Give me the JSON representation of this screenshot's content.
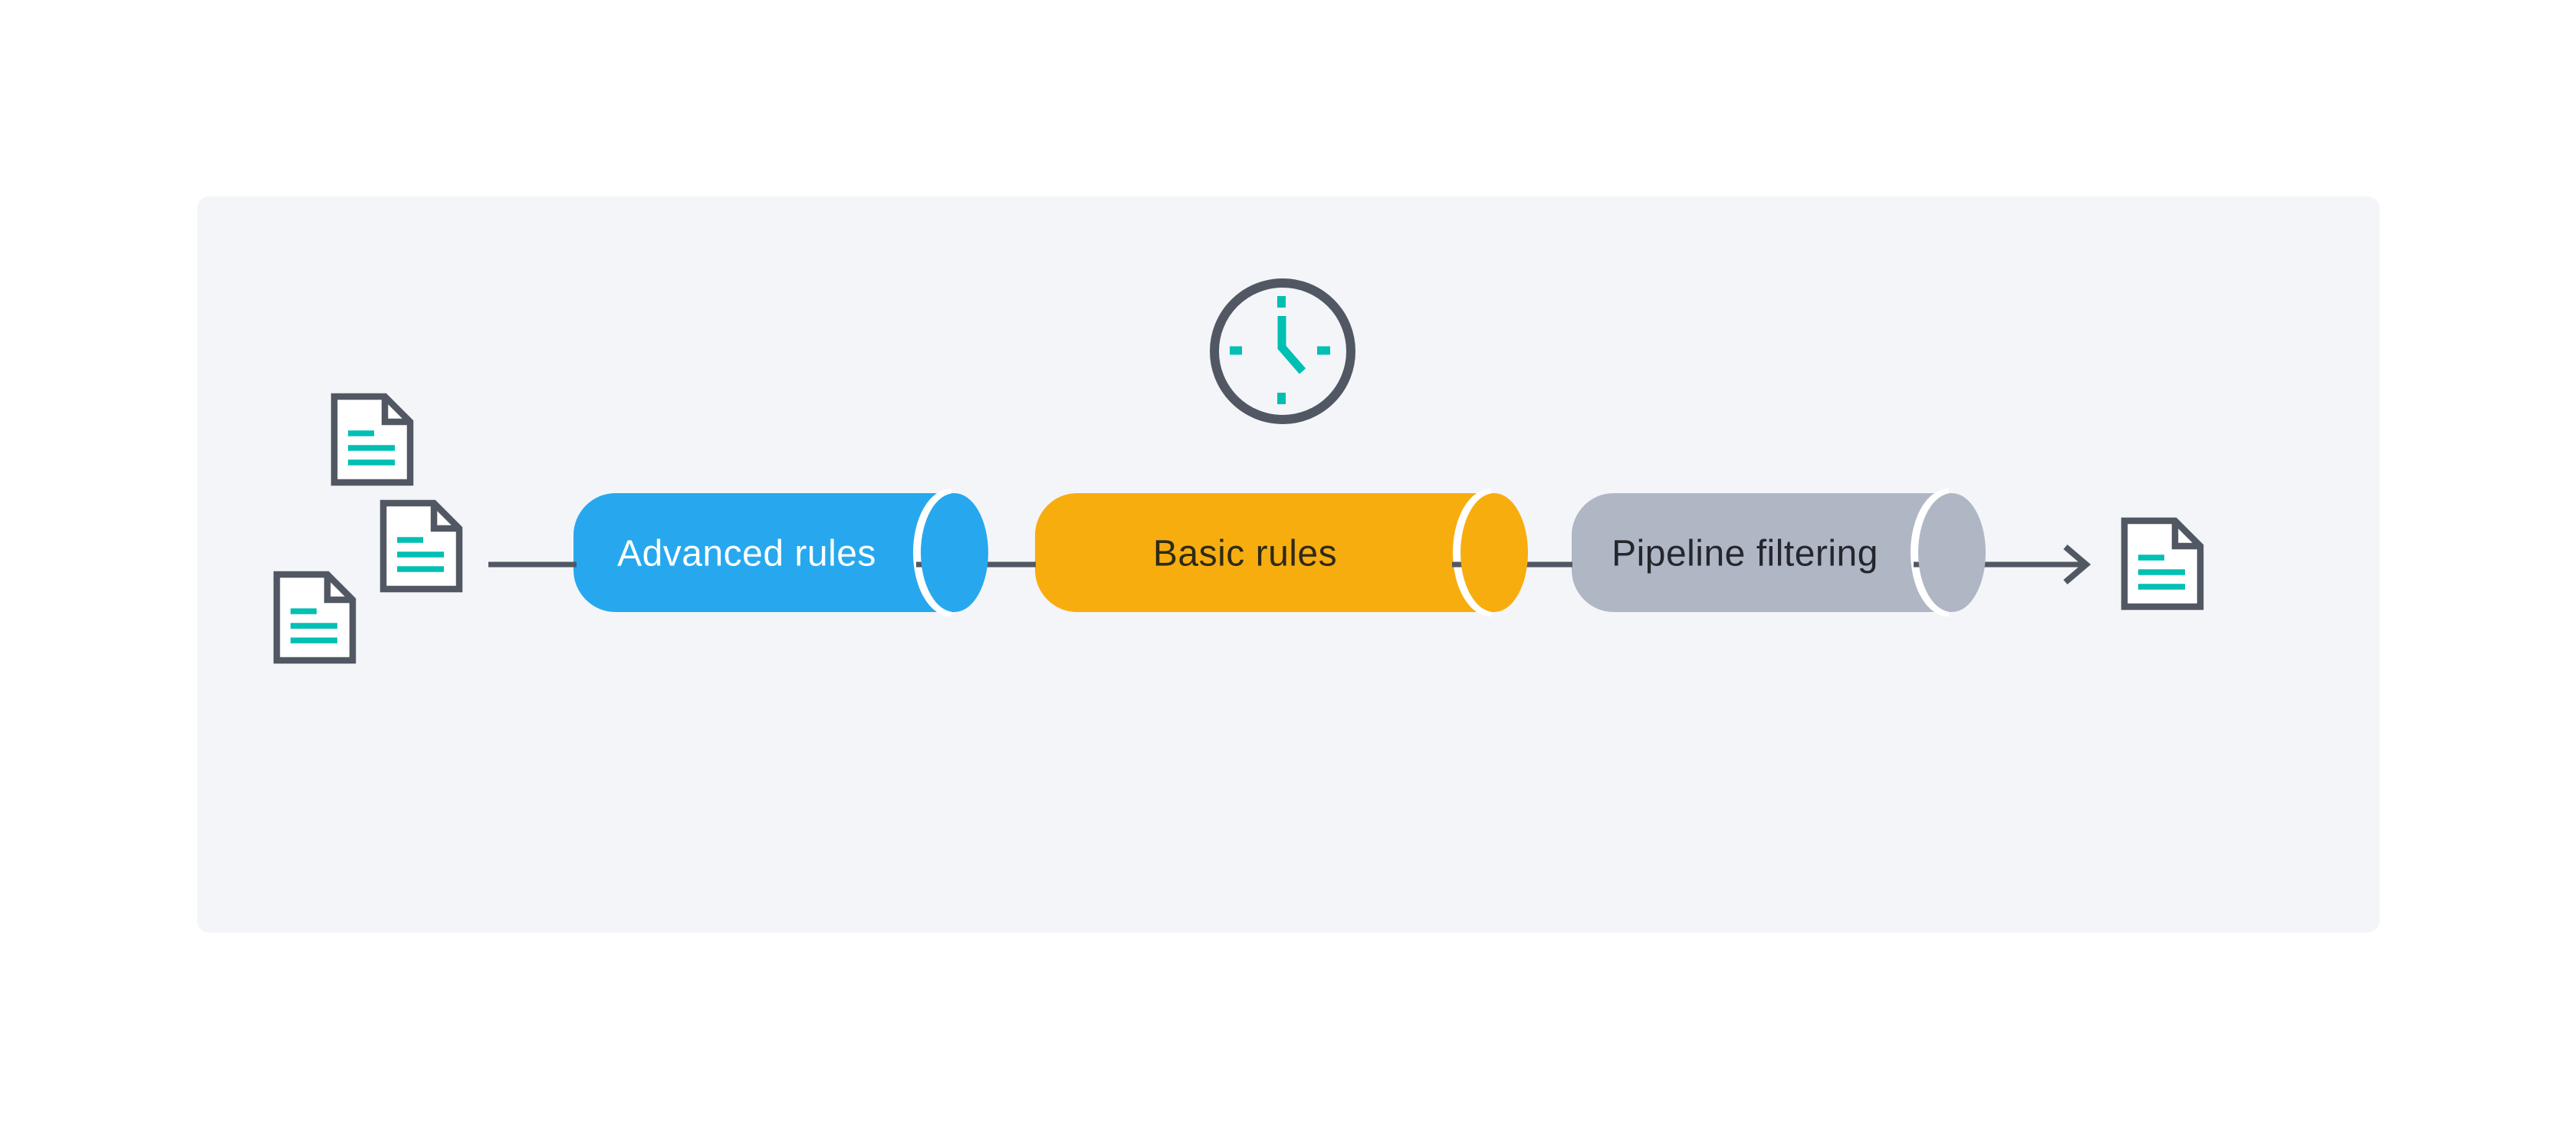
{
  "canvas": {
    "width": "3360",
    "height": "1472",
    "background": "#FFFFFF"
  },
  "card": {
    "background": "#F4F5F9"
  },
  "colors": {
    "outline": "#515863",
    "teal": "#00BFB3",
    "gap": "#FFFFFF",
    "doc_fill": "#FFFFFF"
  },
  "stages": [
    {
      "label": "Advanced rules",
      "fill": "#27A8EE",
      "text_color": "#FFFFFF"
    },
    {
      "label": "Basic rules",
      "fill": "#F8AD0F",
      "text_color": "#2E2A16"
    },
    {
      "label": "Pipeline filtering",
      "fill": "#AFB7C5",
      "text_color": "#24272E"
    }
  ],
  "icons": {
    "input_documents": "document-icon",
    "input_document_count": "3",
    "schedule": "clock-icon",
    "flow": "arrow-right-icon",
    "output_document": "document-icon"
  }
}
